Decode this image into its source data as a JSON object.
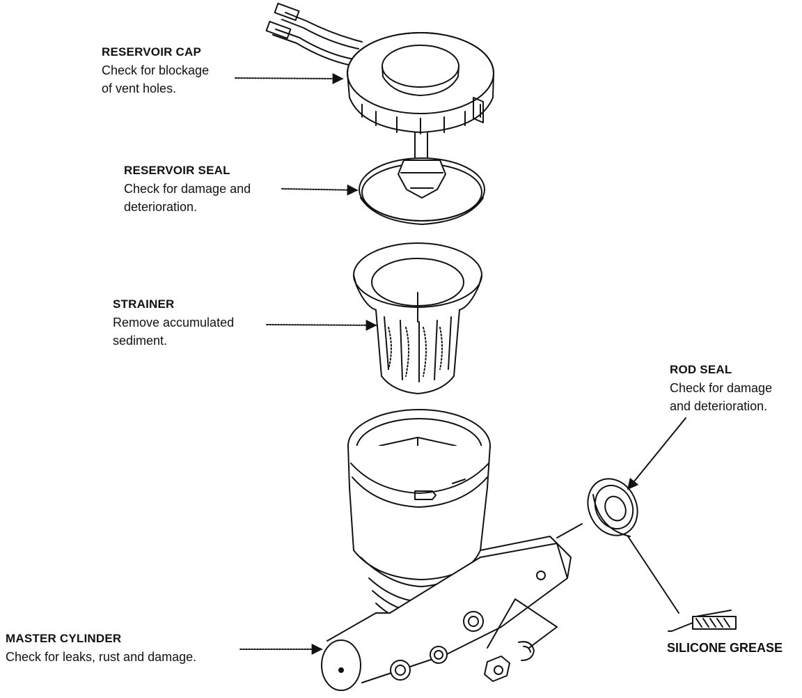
{
  "labels": {
    "reservoir_cap": {
      "title": "RESERVOIR CAP",
      "lines": [
        "Check for blockage",
        "of vent holes."
      ]
    },
    "reservoir_seal": {
      "title": "RESERVOIR SEAL",
      "lines": [
        "Check for damage and",
        "deterioration."
      ]
    },
    "strainer": {
      "title": "STRAINER",
      "lines": [
        "Remove accumulated",
        "sediment."
      ]
    },
    "rod_seal": {
      "title": "ROD SEAL",
      "lines": [
        "Check for damage",
        "and deterioration."
      ]
    },
    "master_cylinder": {
      "title": "MASTER CYLINDER",
      "lines": [
        "Check for leaks, rust and damage."
      ]
    },
    "silicone_grease": {
      "title": "SILICONE GREASE"
    }
  },
  "colors": {
    "ink": "#111111",
    "paper": "#ffffff"
  }
}
